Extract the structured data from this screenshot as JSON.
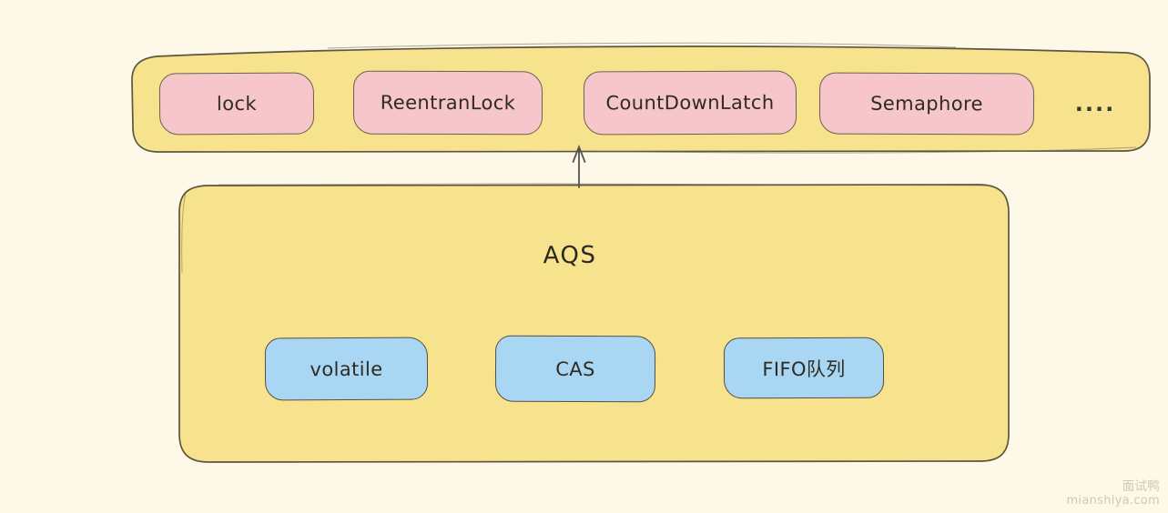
{
  "diagram": {
    "top_group": {
      "items": [
        {
          "label": "lock"
        },
        {
          "label": "ReentranLock"
        },
        {
          "label": "CountDownLatch"
        },
        {
          "label": "Semaphore"
        }
      ],
      "more_label": "....",
      "container_fill": "#f7e28e",
      "item_fill": "#f6c6ca"
    },
    "aqs_group": {
      "title": "AQS",
      "items": [
        {
          "label": "volatile"
        },
        {
          "label": "CAS"
        },
        {
          "label": "FIFO队列"
        }
      ],
      "container_fill": "#f7e28e",
      "item_fill": "#a9d6f2"
    },
    "stroke_color": "#5d5544",
    "background_color": "#fdf8e8"
  },
  "watermark": {
    "brand": "面试鸭",
    "site": "mianshiya.com"
  }
}
